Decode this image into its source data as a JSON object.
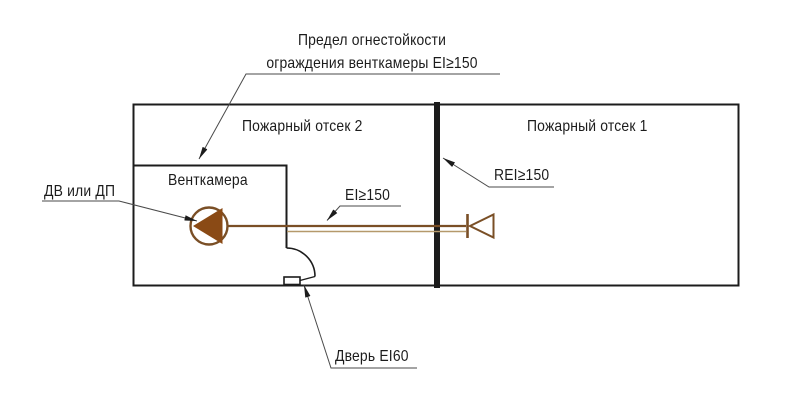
{
  "diagram": {
    "title_callout": {
      "line1": "Предел огнестойкости",
      "line2": "ограждения венткамеры EI≥150"
    },
    "rooms": {
      "compartment2": "Пожарный отсек 2",
      "compartment1": "Пожарный отсек 1",
      "vent_chamber": "Венткамера"
    },
    "callouts": {
      "fan_label": "ДВ или ДП",
      "duct_rating": "EI≥150",
      "wall_rating": "REI≥150",
      "door_rating": "Дверь EI60"
    },
    "colors": {
      "background": "#ffffff",
      "line": "#1c1c1c",
      "leader": "#4a4a4a",
      "duct_dark": "#7a4f26",
      "duct_light": "#b5996b",
      "fan_fill": "#8a4a15"
    }
  }
}
